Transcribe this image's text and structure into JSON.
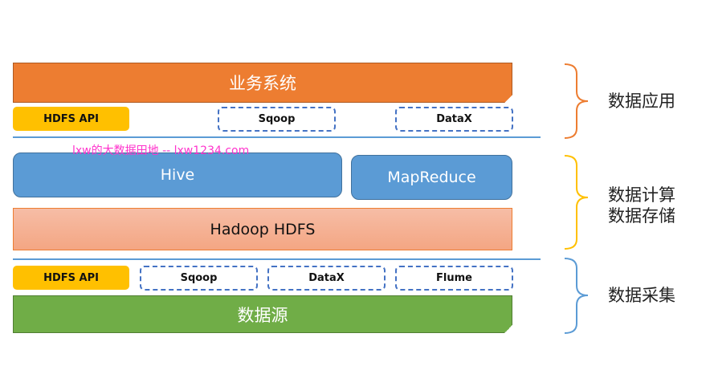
{
  "layers": {
    "application": {
      "business_system": "业务系统",
      "api": "HDFS API",
      "tools": [
        "Sqoop",
        "DataX"
      ],
      "bracket_label": "数据应用",
      "bracket_color": "#ed7d31"
    },
    "compute_storage": {
      "hive": "Hive",
      "mapreduce": "MapReduce",
      "hdfs": "Hadoop HDFS",
      "bracket_label_line1": "数据计算",
      "bracket_label_line2": "数据存储",
      "bracket_color": "#ffc000"
    },
    "collection": {
      "api": "HDFS API",
      "tools": [
        "Sqoop",
        "DataX",
        "Flume"
      ],
      "data_source": "数据源",
      "bracket_label": "数据采集",
      "bracket_color": "#5b9bd5"
    }
  },
  "watermark": "lxw的大数据田地 -- lxw1234.com",
  "colors": {
    "business": "#ed7d31",
    "api": "#ffc000",
    "tool_border": "#4472c4",
    "compute": "#5b9bd5",
    "storage": "#f4b183",
    "source": "#70ad47",
    "watermark": "#ff33cc"
  }
}
